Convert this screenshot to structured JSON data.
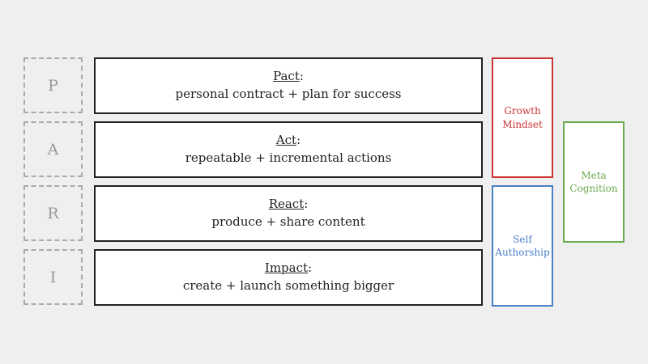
{
  "letters": [
    "P",
    "A",
    "R",
    "I"
  ],
  "steps": [
    {
      "name": "Pact",
      "description": "personal contract + plan for success"
    },
    {
      "name": "Act",
      "description": "repeatable + incremental actions"
    },
    {
      "name": "React",
      "description": "produce + share content"
    },
    {
      "name": "Impact",
      "description": "create + launch something bigger"
    }
  ],
  "side_boxes": {
    "growth_mindset": {
      "label": "Growth\nMindset",
      "color": "#cc3333"
    },
    "self_authorship": {
      "label": "Self\nAuthorship",
      "color": "#4a7fc9"
    },
    "meta_cognition": {
      "label": "Meta\nCognition",
      "color": "#6aab4f"
    }
  }
}
